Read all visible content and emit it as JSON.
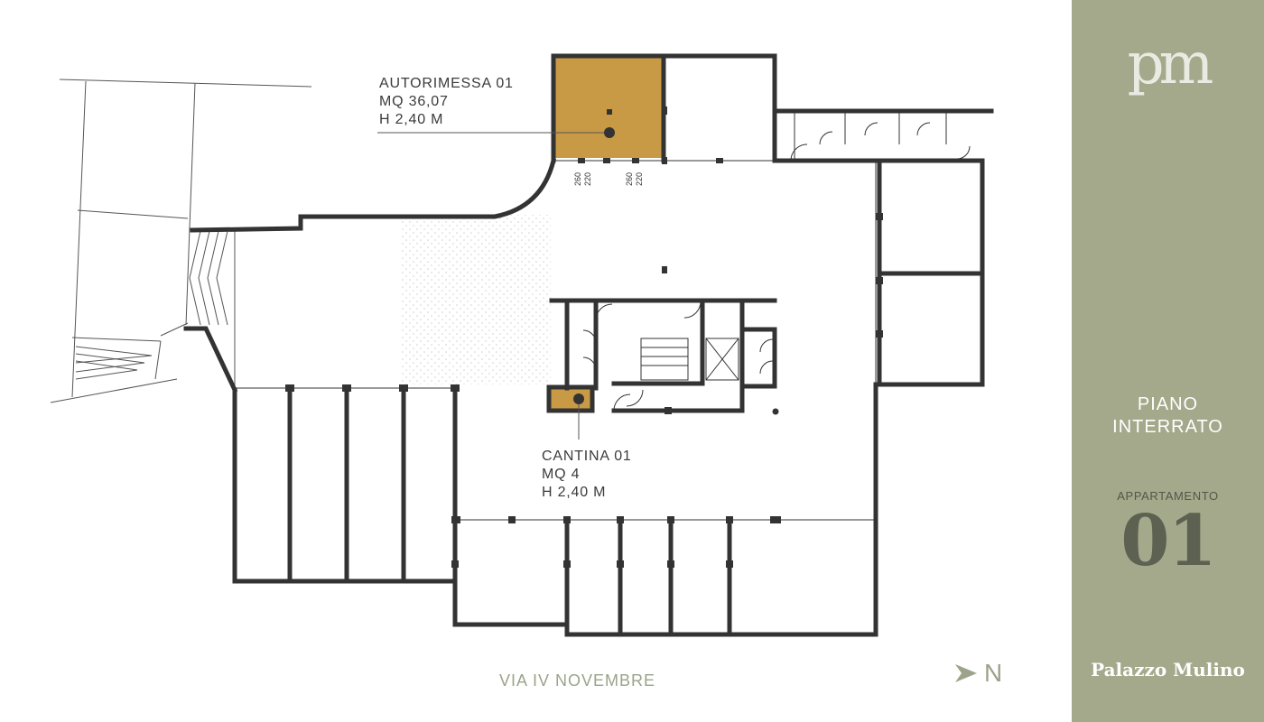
{
  "colors": {
    "wall": "#333333",
    "highlight": "#c99a45",
    "sidebar": "#a3a98a",
    "accent": "#9ba38a"
  },
  "plan": {
    "garage": {
      "name": "AUTORIMESSA 01",
      "area": "MQ 36,07",
      "height": "H 2,40 M",
      "dimensions": [
        "260",
        "220",
        "260",
        "220"
      ]
    },
    "cellar": {
      "name": "CANTINA 01",
      "area": "MQ 4",
      "height": "H 2,40 M"
    },
    "street": "VIA IV NOVEMBRE",
    "north": {
      "icon": "north-arrow-icon",
      "letter": "N"
    }
  },
  "sidebar": {
    "logo_text": "pm",
    "floor": [
      "PIANO",
      "INTERRATO"
    ],
    "unit_label": "APPARTAMENTO",
    "unit_number": "01",
    "brand": "Palazzo Mulino"
  }
}
